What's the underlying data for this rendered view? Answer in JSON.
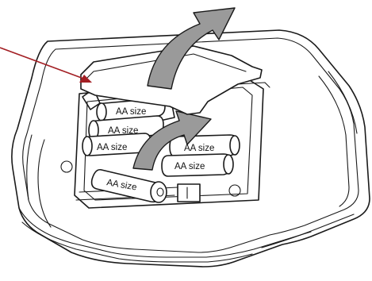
{
  "colors": {
    "pointer_arrow": "#a31f24",
    "lift_arrow": "#9a9a9a",
    "outline": "#1a1a1a",
    "background": "#ffffff"
  },
  "batteries": [
    {
      "label": "AA size"
    },
    {
      "label": "AA size"
    },
    {
      "label": "AA size"
    },
    {
      "label": "AA size"
    },
    {
      "label": "AA size"
    },
    {
      "label": "AA size"
    }
  ]
}
